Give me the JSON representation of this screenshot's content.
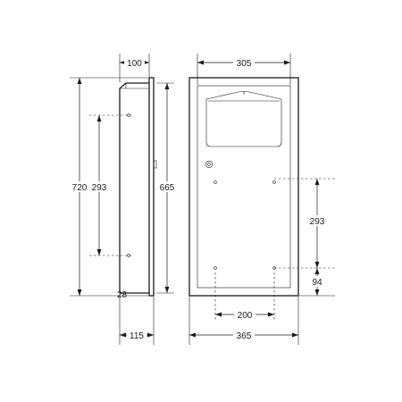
{
  "dimensions": {
    "side_depth_top": "100",
    "front_width_top": "305",
    "overall_height": "720",
    "side_hole_spacing": "293",
    "inner_height": "665",
    "front_hole_spacing": "293",
    "front_bottom_offset": "94",
    "side_flange": "28",
    "side_depth_bottom": "115",
    "hole_horizontal_spacing": "200",
    "front_width_bottom": "365"
  }
}
